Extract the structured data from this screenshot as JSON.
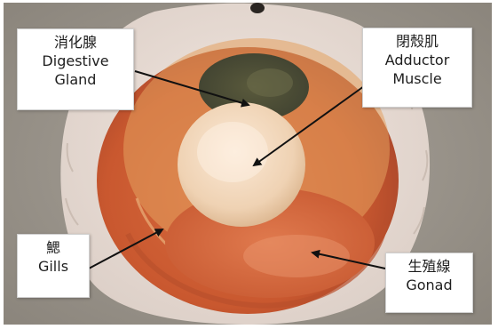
{
  "labels": {
    "digestive_gland": {
      "zh": "消化腺",
      "line1": "Digestive",
      "line2": "Gland"
    },
    "adductor_muscle": {
      "zh": "閉殼肌",
      "line1": "Adductor",
      "line2": "Muscle"
    },
    "gills": {
      "zh": "鰓",
      "line1": "Gills"
    },
    "gonad": {
      "zh": "生殖線",
      "line1": "Gonad"
    }
  }
}
